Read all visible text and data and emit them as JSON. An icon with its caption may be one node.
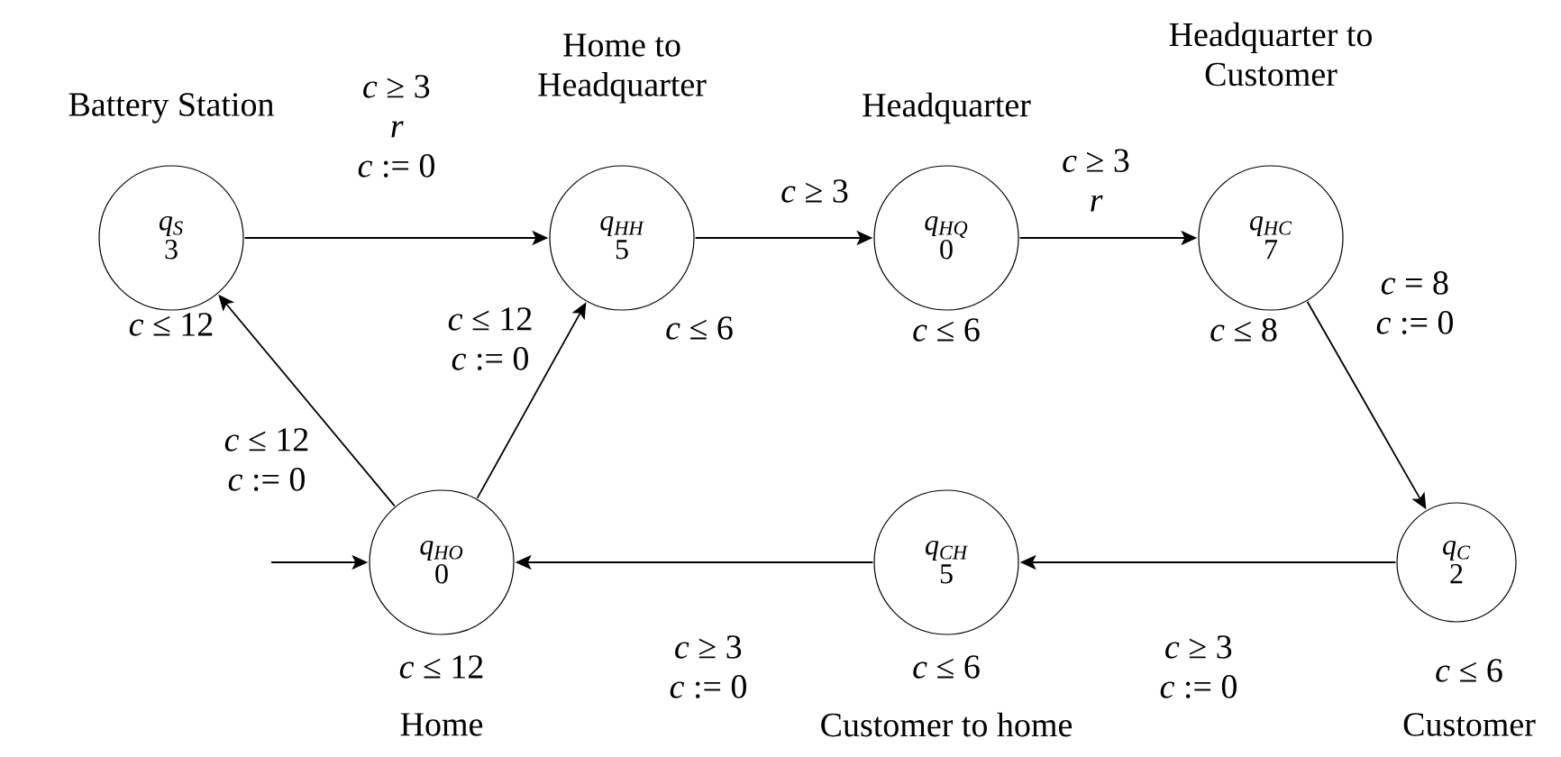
{
  "diagram": {
    "nodes": [
      {
        "text": [
          "q$_{S}$",
          "3"
        ],
        "beside": [
          "Battery Station",
          "*c* ≤ 12"
        ]
      },
      {
        "text": [
          "q$_{HH}$",
          "5"
        ],
        "beside": [
          "Home to Headquarter",
          "*c* ≤ 6"
        ]
      },
      {
        "text": [
          "q$_{HQ}$",
          "0"
        ],
        "beside": [
          "Headquarter",
          "*c* ≤ 6"
        ]
      },
      {
        "text": [
          "q$_{HC}$",
          "7"
        ],
        "beside": [
          "Headquarter to Customer",
          "*c* ≤ 8"
        ]
      },
      {
        "text": [
          "q$_{HO}$",
          "0"
        ],
        "beside": [
          "*c* ≤ 12",
          "Home"
        ]
      },
      {
        "text": [
          "q$_{CH}$",
          "5"
        ],
        "beside": [
          "*c* ≤ 6",
          "Customer to home"
        ]
      },
      {
        "text": [
          "q$_{C}$",
          "2"
        ],
        "beside": [
          "*c* ≤ 6",
          "Customer"
        ]
      }
    ],
    "edges": [
      {
        "from": 0,
        "to": 1,
        "arrow": "to",
        "label": "*c* ≥ 3 *r* *c* := 0"
      },
      {
        "from": 1,
        "to": 2,
        "arrow": "to",
        "label": "*c* ≥ 3"
      },
      {
        "from": 2,
        "to": 3,
        "arrow": "to",
        "label": "*c* ≥ 3 *r*"
      },
      {
        "from": 3,
        "to": 6,
        "arrow": "to",
        "label": "*c* = 8 *c* := 0"
      },
      {
        "from": 6,
        "to": 5,
        "arrow": "to",
        "label": "*c* ≥ 3 *c* := 0"
      },
      {
        "from": 5,
        "to": 4,
        "arrow": "to",
        "label": "*c* ≥ 3 *c* := 0"
      },
      {
        "from": 4,
        "to": 0,
        "arrow": "to",
        "label": "*c* ≤ 12 *c* := 0"
      },
      {
        "from": 4,
        "to": 1,
        "arrow": "to",
        "label": "*c* ≤ 12 *c* := 0"
      },
      {
        "from": null,
        "to": 4,
        "arrow": "to"
      }
    ]
  }
}
